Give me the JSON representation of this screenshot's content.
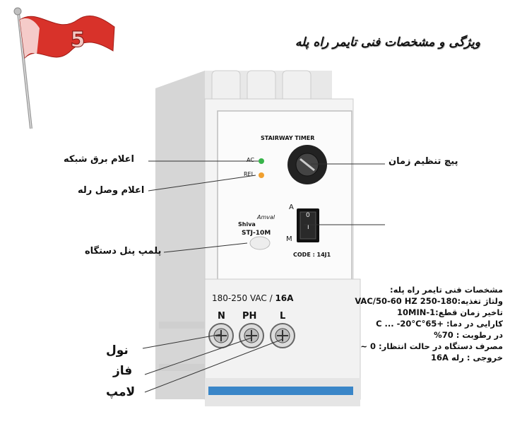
{
  "flag": {
    "number": "5"
  },
  "title": "ویژگی و مشخصات فنی تایمر راه پله",
  "device": {
    "header": "STAIRWAY TIMER",
    "ac_label": "AC",
    "rel_label": "REL",
    "brand_left": "Shiva",
    "brand_right": "Amval",
    "model": "STJ-10M",
    "switch_top": "A",
    "switch_bottom": "M",
    "switch_on": "0",
    "switch_off": "I",
    "code": "CODE : 14J1",
    "rating_main": "180-250 VAC / ",
    "rating_amp": "16A",
    "terminals": [
      "N",
      "PH",
      "L"
    ]
  },
  "callouts": {
    "ac_led": "اعلام برق شبکه",
    "rel_led": "اعلام وصل رله",
    "panel_seal": "پلمپ پنل دستگاه",
    "time_knob": "پیچ تنظیم زمان"
  },
  "wires": {
    "neutral": "نول",
    "phase": "فاز",
    "lamp": "لامپ"
  },
  "specs": {
    "heading": "مشخصات فنی تایمر راه پله:",
    "lines": [
      "ولتاژ تغذیه:180-250 VAC/50-60 HZ",
      "تاخیر زمان قطع:1-10MIN",
      "کارایی در دما:  +65°C ... -20°C",
      "در رطوبت :  70%",
      "مصرف دستگاه در حالت انتظار: 0 ~",
      "خروجی : رله 16A"
    ]
  }
}
